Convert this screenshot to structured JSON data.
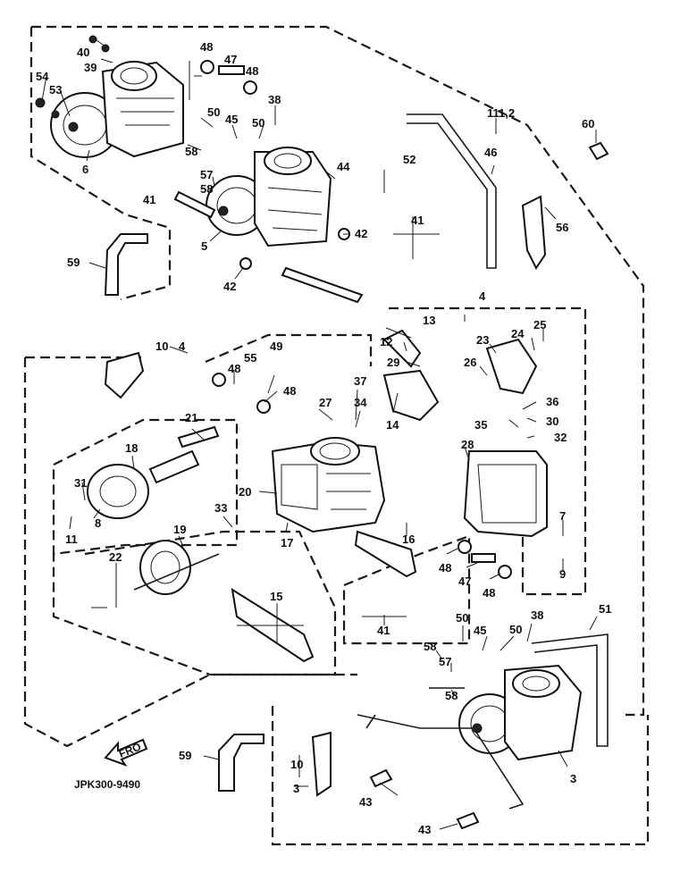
{
  "diagram": {
    "drawing_code": "JPK300-9490",
    "front_arrow": "FRO",
    "callouts": [
      "40",
      "39",
      "54",
      "53",
      "6",
      "48",
      "47",
      "48",
      "50",
      "45",
      "50",
      "38",
      "58",
      "57",
      "58",
      "41",
      "5",
      "44",
      "52",
      "42",
      "42",
      "41",
      "111,2",
      "46",
      "60",
      "56",
      "59",
      "10",
      "4",
      "48",
      "55",
      "49",
      "48",
      "13",
      "12",
      "29",
      "37",
      "27",
      "34",
      "14",
      "4",
      "23",
      "24",
      "25",
      "26",
      "36",
      "35",
      "30",
      "32",
      "21",
      "18",
      "31",
      "8",
      "11",
      "20",
      "17",
      "28",
      "33",
      "19",
      "22",
      "16",
      "7",
      "9",
      "15",
      "48",
      "47",
      "48",
      "41",
      "51",
      "50",
      "45",
      "50",
      "38",
      "58",
      "57",
      "58",
      "59",
      "10",
      "3",
      "43",
      "43",
      "3"
    ]
  }
}
